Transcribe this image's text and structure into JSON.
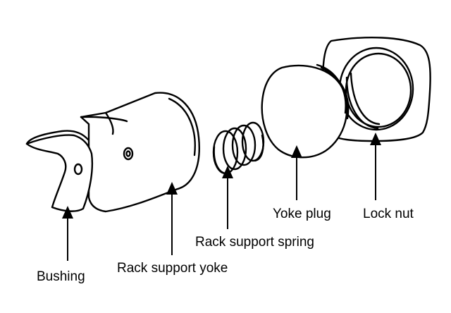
{
  "labels": {
    "bushing": "Bushing",
    "rack_support_yoke": "Rack support yoke",
    "rack_support_spring": "Rack support spring",
    "yoke_plug": "Yoke plug",
    "lock_nut": "Lock nut"
  },
  "colors": {
    "line": "#000000",
    "background": "#ffffff"
  }
}
